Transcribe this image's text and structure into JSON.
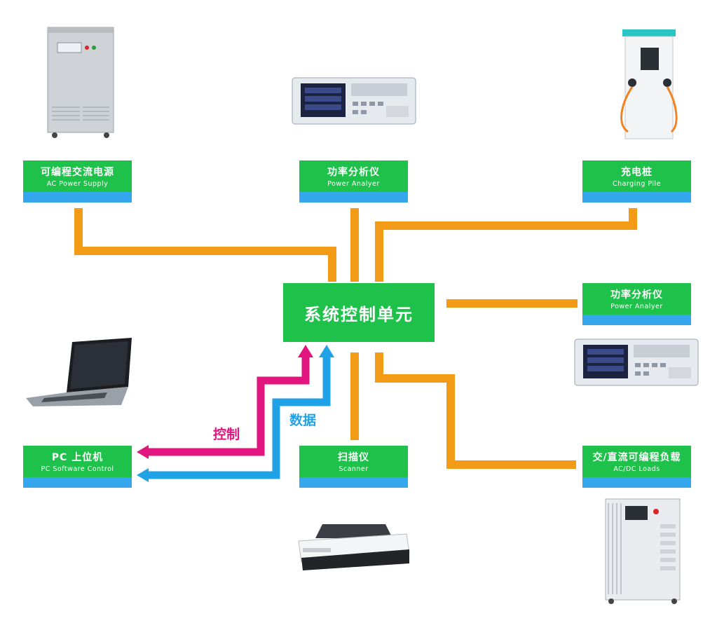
{
  "center": {
    "label": "系统控制单元"
  },
  "devices": {
    "ac_power_supply": {
      "cn": "可编程交流电源",
      "en": "AC Power Supply"
    },
    "power_analyzer_top": {
      "cn": "功率分析仪",
      "en": "Power Analyer"
    },
    "charging_pile": {
      "cn": "充电桩",
      "en": "Charging Pile"
    },
    "power_analyzer_right": {
      "cn": "功率分析仪",
      "en": "Power Analyer"
    },
    "pc": {
      "cn": "PC 上位机",
      "en": "PC Software Control"
    },
    "scanner": {
      "cn": "扫描仪",
      "en": "Scanner"
    },
    "ac_dc_loads": {
      "cn": "交/直流可编程负载",
      "en": "AC/DC Loads"
    }
  },
  "links": {
    "control": "控制",
    "data": "数据"
  },
  "colors": {
    "green": "#1ec24a",
    "blue_stripe": "#35a7ee",
    "orange": "#f39a16",
    "magenta": "#e2157e",
    "cyan": "#20a3e6"
  }
}
